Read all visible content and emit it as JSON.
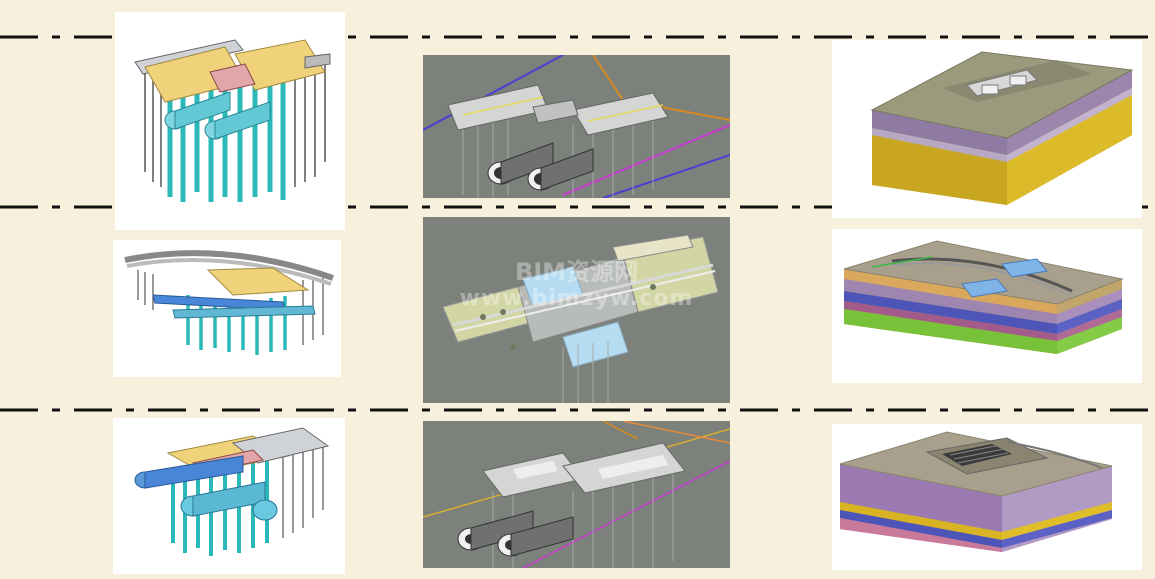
{
  "watermark": {
    "line1": "BIM资源网",
    "line2": "www.bimzyw.com"
  },
  "colors": {
    "background": "#f6f0dc",
    "divider": "#111111",
    "panel_white": "#ffffff",
    "panel_gray": "#7d817c",
    "pile": "#2bb8b8",
    "deck": "#f0d27a",
    "soil_gold": "#d8b323",
    "soil_purple": "#8f7aa3",
    "soil_blue": "#4e55b8",
    "soil_green": "#78c23a"
  },
  "grid": {
    "rows": [
      {
        "left": "straight-station-piles",
        "middle": "station-with-tunnels-gray",
        "right": "soil-block-gold"
      },
      {
        "left": "curved-station-piles",
        "middle": "surface-plan-gray",
        "right": "soil-block-layered"
      },
      {
        "left": "station-piles-pipes",
        "middle": "station-tunnels-gray-2",
        "right": "soil-block-pit"
      }
    ]
  }
}
